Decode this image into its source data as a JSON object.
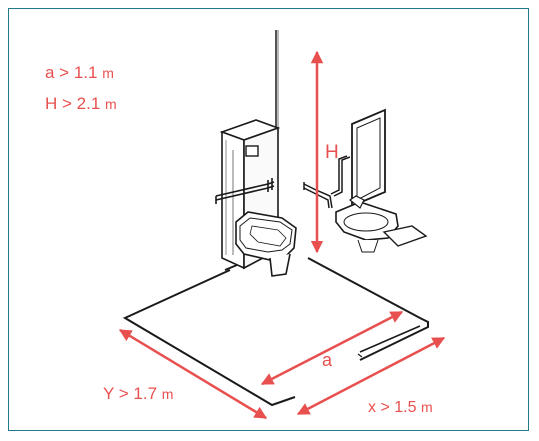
{
  "labels": {
    "a_req": "a > 1.1",
    "a_unit": "m",
    "h_req": "H > 2.1",
    "h_unit": "m",
    "h_dim": "H",
    "a_dim": "a",
    "y_req": "Y > 1.7",
    "y_unit": "m",
    "x_req": "x > 1.5",
    "x_unit": "m"
  },
  "colors": {
    "frame": "#1f7a8c",
    "dimension": "#e8504f",
    "linework": "#1a1a1a"
  }
}
